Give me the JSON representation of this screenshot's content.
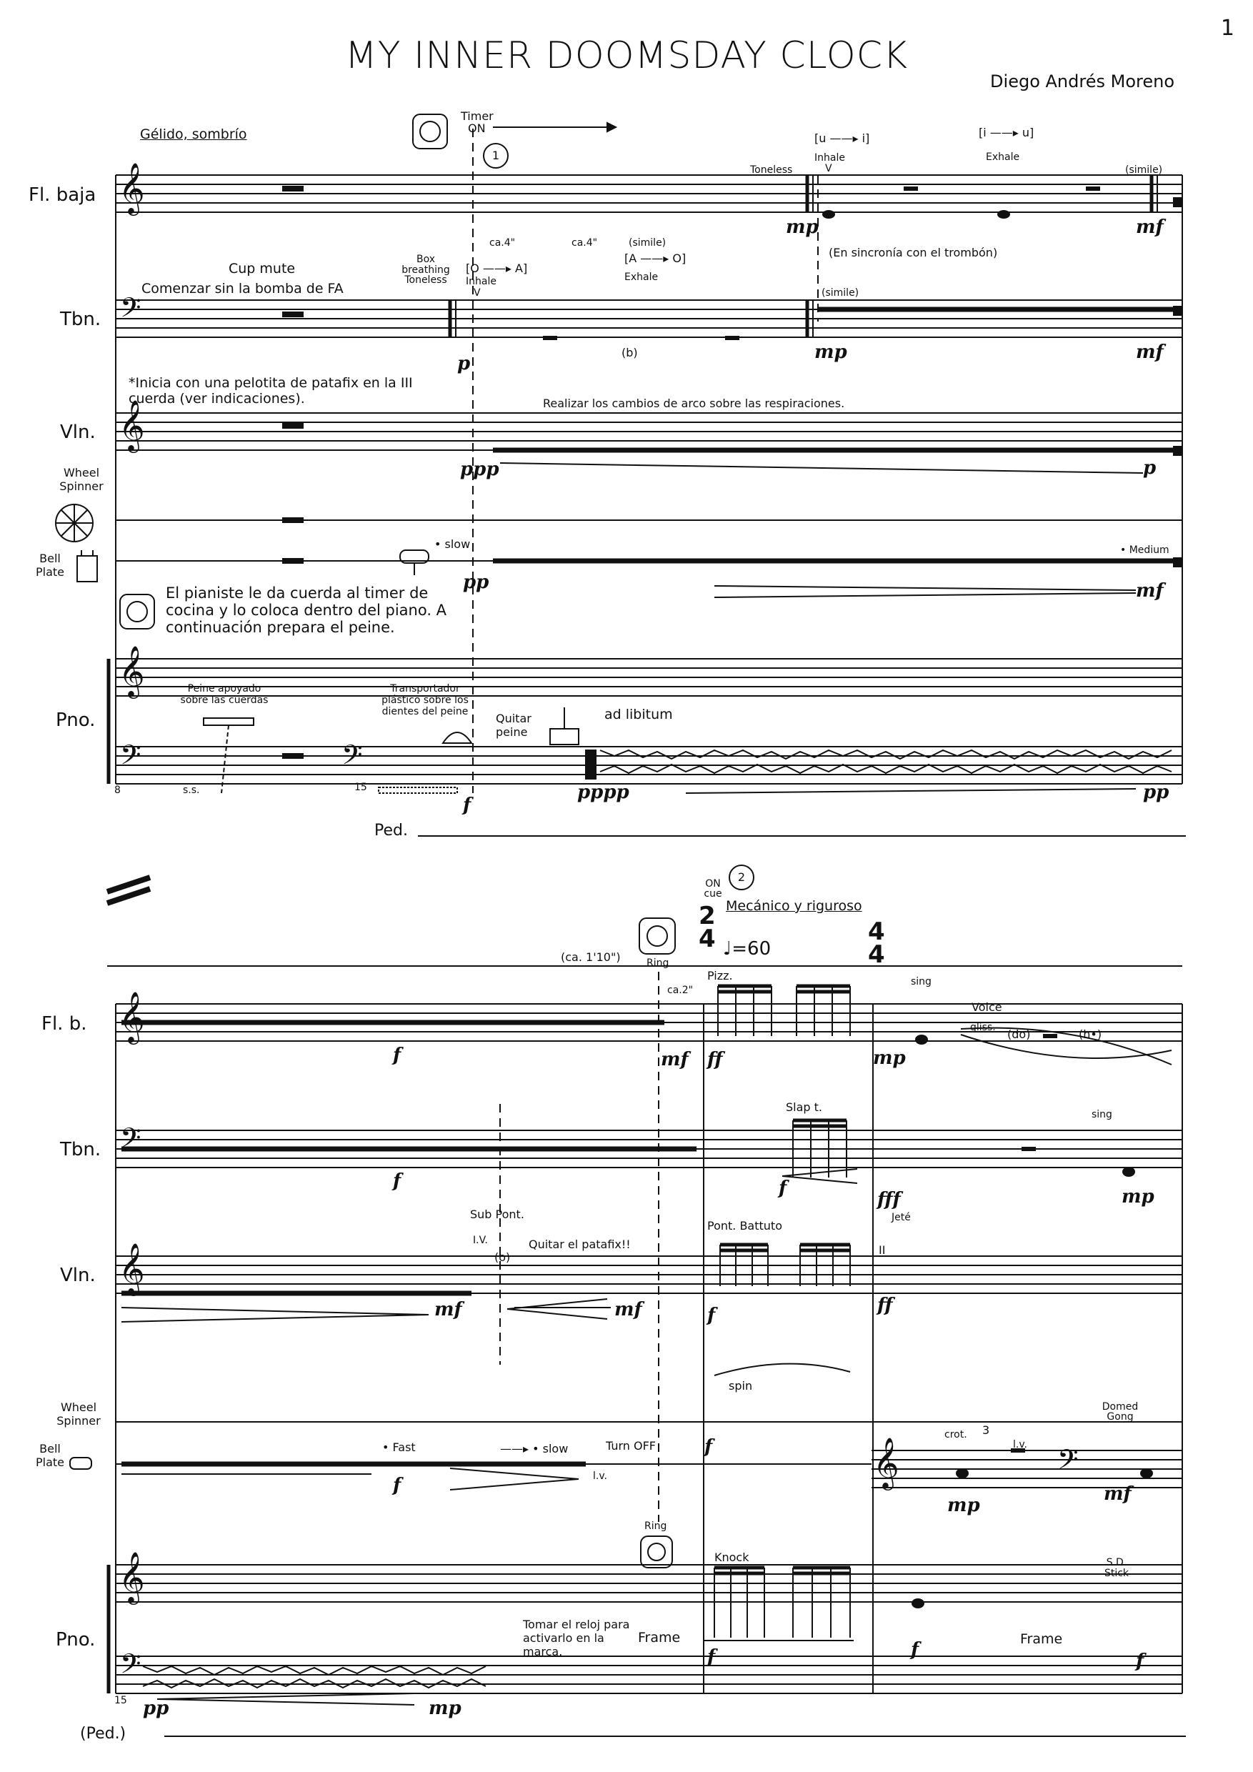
{
  "page": {
    "number": "1",
    "title": "MY INNER DOOMSDAY CLOCK",
    "composer": "Diego Andrés Moreno"
  },
  "system1": {
    "tempo_text": "Gélido, sombrío",
    "timer_label": "Timer",
    "timer_on": "ON",
    "rehearsal": "1",
    "instruments": [
      "Fl. baja",
      "Tbn.",
      "Vln.",
      "Wheel Spinner",
      "Bell Plate",
      "Pno."
    ],
    "flute": {
      "toneless": "Toneless",
      "inhale": "Inhale",
      "v": "V",
      "vowels1": "[u ——▸ i]",
      "vowels2": "[i ——▸ u]",
      "exhale": "Exhale",
      "simile": "(simile)",
      "sync_note": "(En sincronía con el trombón)",
      "dyn_mp": "mp",
      "dyn_mf": "mf"
    },
    "trombone": {
      "cup_mute": "Cup mute",
      "no_f_pump": "Comenzar sin la bomba de FA",
      "box_breathing": "Box breathing Toneless",
      "vowels1": "[O ——▸ A]",
      "inhale": "Inhale",
      "v": "V",
      "ca4a": "ca.4\"",
      "ca4b": "ca.4\"",
      "simile1": "(simile)",
      "vowels2": "[A ——▸ O]",
      "exhale": "Exhale",
      "simile2": "(simile)",
      "flat": "(b)",
      "dyn_p": "p",
      "dyn_mp": "mp",
      "dyn_mf": "mf"
    },
    "violin": {
      "note_patafix": "*Inicia con una pelotita de patafix en la III cuerda (ver indicaciones).",
      "bow_changes": "Realizar los cambios de arco sobre las respiraciones.",
      "dyn_ppp": "ppp",
      "dyn_p": "p"
    },
    "percussion": {
      "slow": "• slow",
      "medium": "• Medium",
      "dyn_pp": "pp",
      "dyn_mf": "mf"
    },
    "piano": {
      "timer_note": "El pianiste le da cuerda al timer de cocina y lo coloca dentro del piano. A continuación prepara el peine.",
      "comb_on_strings": "Peine apoyado sobre las cuerdas",
      "ss": "s.s.",
      "plastic_conveyor": "Transportador plástico sobre los dientes del peine",
      "remove_comb": "Quitar peine",
      "ad_libitum": "ad libitum",
      "clef_8": "8",
      "clef_15": "15",
      "dyn_f": "f",
      "dyn_pppp": "pppp",
      "dyn_pp": "pp",
      "ped": "Ped."
    }
  },
  "system2": {
    "on_cue": "ON cue",
    "rehearsal": "2",
    "tempo_text": "Mecánico y riguroso",
    "time_sig1": [
      "2",
      "4"
    ],
    "metronome": "=60",
    "time_sig2": [
      "4",
      "4"
    ],
    "ca110": "(ca. 1'10\")",
    "ring": "Ring",
    "ca2": "ca.2\"",
    "instruments": [
      "Fl. b.",
      "Tbn.",
      "Vln.",
      "Wheel Spinner",
      "Bell Plate",
      "Pno."
    ],
    "flute": {
      "pizz": "Pizz.",
      "sing": "sing",
      "voice": "Voice",
      "gliss": "gliss.",
      "do": "(do)",
      "hb": "(h•)",
      "dyn_f": "f",
      "dyn_mf": "mf",
      "dyn_ff": "ff",
      "dyn_mp": "mp"
    },
    "trombone": {
      "slap": "Slap t.",
      "sing": "sing",
      "dyn_f": "f",
      "dyn_fff": "fff",
      "dyn_mp": "mp"
    },
    "violin": {
      "sub_pont": "Sub Pont.",
      "iv": "I.V.",
      "o": "(o)",
      "remove_patafix": "Quitar el patafix!!",
      "pont_battuto": "Pont. Battuto",
      "jete": "Jeté",
      "roman2": "II",
      "dyn_mf1": "mf",
      "dyn_mf2": "mf",
      "dyn_f": "f",
      "dyn_ff": "ff"
    },
    "percussion": {
      "fast": "• Fast",
      "slow": "——▸ • slow",
      "turn_off": "Turn OFF",
      "lv": "l.v.",
      "spin": "spin",
      "crot": "crot.",
      "tuplet": "3",
      "lv2": "l.v.",
      "domed_gong": "Domed Gong",
      "dyn_f1": "f",
      "dyn_f2": "f",
      "dyn_mp": "mp",
      "dyn_mf": "mf"
    },
    "piano": {
      "ring": "Ring",
      "take_clock": "Tomar el reloj para activarlo en la marca.",
      "knock": "Knock",
      "frame": "Frame",
      "frame2": "Frame",
      "sd_stick": "S.D. Stick",
      "clef_15": "15",
      "dyn_pp": "pp",
      "dyn_mp": "mp",
      "dyn_f1": "f",
      "dyn_f2": "f",
      "dyn_f3": "f",
      "ped": "(Ped.)"
    }
  }
}
